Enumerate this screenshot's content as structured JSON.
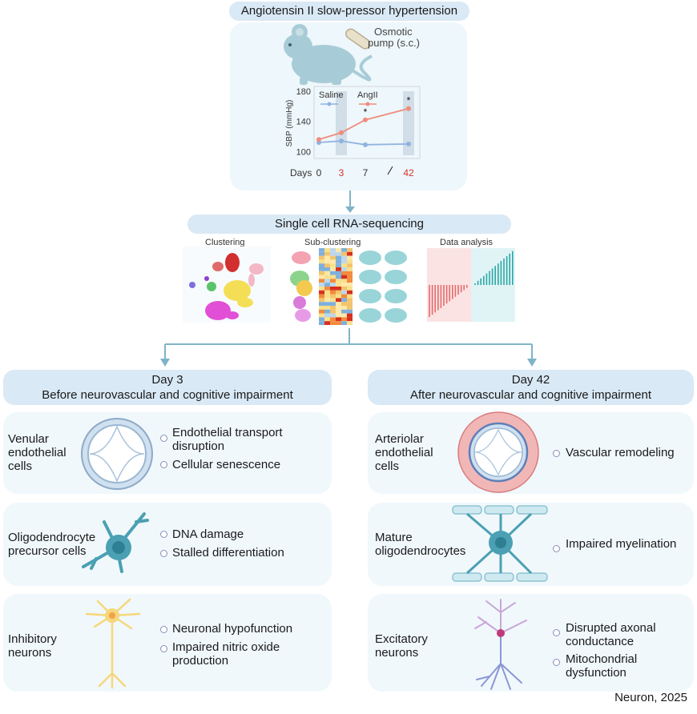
{
  "header": {
    "title": "Angiotensin II slow-pressor hypertension",
    "pump_label_line1": "Osmotic",
    "pump_label_line2": "pump (s.c.)"
  },
  "chart_data": {
    "type": "line",
    "ylabel": "SBP (mmHg)",
    "xlabel": "Days",
    "x": [
      "0",
      "3",
      "7",
      "42"
    ],
    "highlight_days": [
      "3",
      "42"
    ],
    "ylim": [
      95,
      180
    ],
    "yticks": [
      100,
      140,
      180
    ],
    "series": [
      {
        "name": "Saline",
        "color": "#8fb3e0",
        "values": [
          112,
          114,
          109,
          110
        ]
      },
      {
        "name": "AngII",
        "color": "#ef8c7c",
        "values": [
          116,
          125,
          142,
          157
        ]
      }
    ],
    "significance": [
      "",
      "",
      "*",
      "*"
    ]
  },
  "rnaseq": {
    "title": "Single cell RNA-sequencing",
    "clustering_label": "Clustering",
    "subclustering_label": "Sub-clustering",
    "analysis_label": "Data analysis"
  },
  "day3": {
    "title_line1": "Day 3",
    "title_line2": "Before neurovascular and cognitive impairment",
    "venular": {
      "name": "Venular\nendothelial\ncells",
      "points": [
        "Endothelial transport\ndisruption",
        "Cellular senescence"
      ]
    },
    "opc": {
      "name": "Oligodendrocyte\nprecursor cells",
      "points": [
        "DNA damage",
        "Stalled differentiation"
      ]
    },
    "inhibitory": {
      "name": "Inhibitory\nneurons",
      "points": [
        "Neuronal hypofunction",
        "Impaired nitric oxide\nproduction"
      ]
    }
  },
  "day42": {
    "title_line1": "Day 42",
    "title_line2": "After neurovascular and cognitive impairment",
    "arteriolar": {
      "name": "Arteriolar\nendothelial\ncells",
      "points": [
        "Vascular remodeling"
      ]
    },
    "mature": {
      "name": "Mature\noligodendrocytes",
      "points": [
        "Impaired myelination"
      ]
    },
    "excitatory": {
      "name": "Excitatory\nneurons",
      "points": [
        "Disrupted axonal\nconductance",
        "Mitochondrial\ndysfunction"
      ]
    }
  },
  "credit": "Neuron, 2025",
  "colors": {
    "pill": "#d9e9f5",
    "panel": "#eef7fb",
    "arrow": "#7fb3c8",
    "bullet": "#8a8fb8"
  }
}
